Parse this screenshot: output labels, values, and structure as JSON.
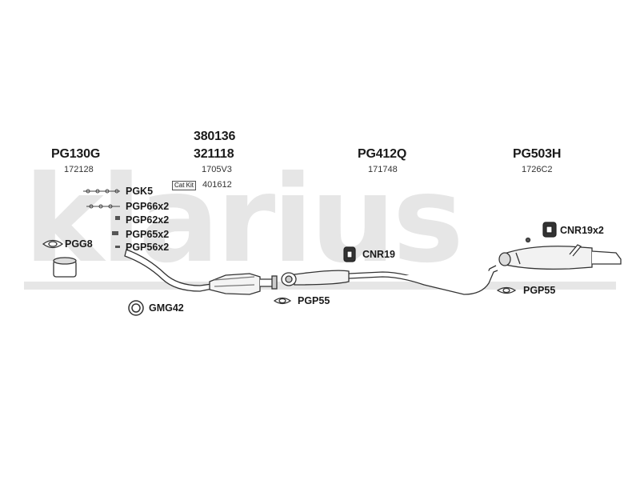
{
  "watermark": {
    "text": "klarius"
  },
  "assemblies": {
    "front": {
      "code": "PG130G",
      "number": "172128"
    },
    "cat": {
      "code1": "380136",
      "code2": "321118",
      "number": "1705V3",
      "catkit_label": "Cat Kit",
      "catkit_number": "401612"
    },
    "middle": {
      "code": "PG412Q",
      "number": "171748"
    },
    "rear": {
      "code": "PG503H",
      "number": "1726C2"
    }
  },
  "fittings": {
    "pgk5": "PGK5",
    "pgp66": "PGP66x2",
    "pgp62": "PGP62x2",
    "pgp65": "PGP65x2",
    "pgp56": "PGP56x2",
    "pgg8": "PGG8",
    "gmg42": "GMG42",
    "pgp55_mid": "PGP55",
    "cnr19": "CNR19",
    "cnr19x2": "CNR19x2",
    "pgp55_rear": "PGP55"
  }
}
